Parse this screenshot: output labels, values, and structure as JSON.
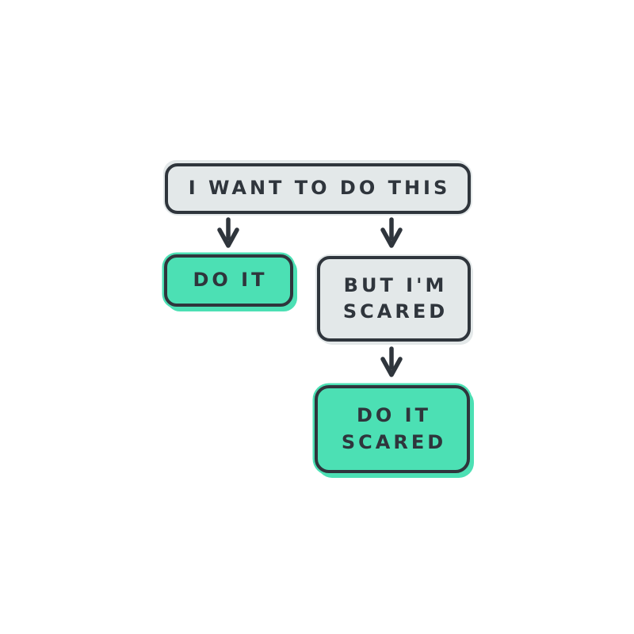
{
  "colors": {
    "background": "#ffffff",
    "outline": "#2f353c",
    "text": "#2f353c",
    "gray_fill": "#e3e8e9",
    "green_fill": "#4ce0b4"
  },
  "flowchart": {
    "nodes": {
      "root": {
        "label": "I WANT TO DO THIS",
        "fill": "gray"
      },
      "do_it": {
        "label": "DO IT",
        "fill": "green"
      },
      "but_im_scared": {
        "lines": [
          "BUT I'M",
          "SCARED"
        ],
        "fill": "gray"
      },
      "do_it_scared": {
        "lines": [
          "DO IT",
          "SCARED"
        ],
        "fill": "green"
      }
    },
    "edges": [
      {
        "from": "root",
        "to": "do_it",
        "icon": "down-arrow-icon"
      },
      {
        "from": "root",
        "to": "but_im_scared",
        "icon": "down-arrow-icon"
      },
      {
        "from": "but_im_scared",
        "to": "do_it_scared",
        "icon": "down-arrow-icon"
      }
    ]
  }
}
